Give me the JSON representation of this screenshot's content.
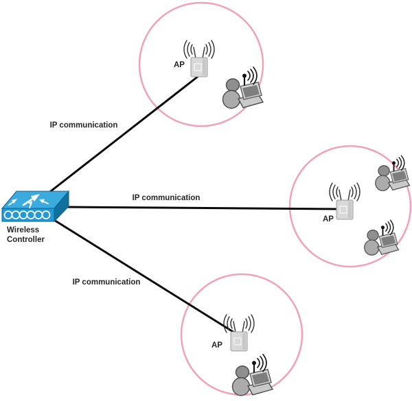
{
  "controller": {
    "label": [
      "Wireless",
      "Controller"
    ]
  },
  "links": [
    {
      "label": "IP communication",
      "to": "top access point"
    },
    {
      "label": "IP communication",
      "to": "right access point"
    },
    {
      "label": "IP communication",
      "to": "bottom access point"
    }
  ],
  "access_points": [
    {
      "label": "AP",
      "position": "top",
      "clients": 1
    },
    {
      "label": "AP",
      "position": "right",
      "clients": 2
    },
    {
      "label": "AP",
      "position": "bottom",
      "clients": 1
    }
  ],
  "colors": {
    "coverage_ring": "#F2A2B8",
    "link_line": "#0A0A0A",
    "controller_top": "#3BAADF",
    "controller_front": "#1F9AD6",
    "controller_side": "#11719D",
    "controller_outline": "#0B618C",
    "device_fill": "#D9D9D9",
    "label_text": "#262626"
  }
}
